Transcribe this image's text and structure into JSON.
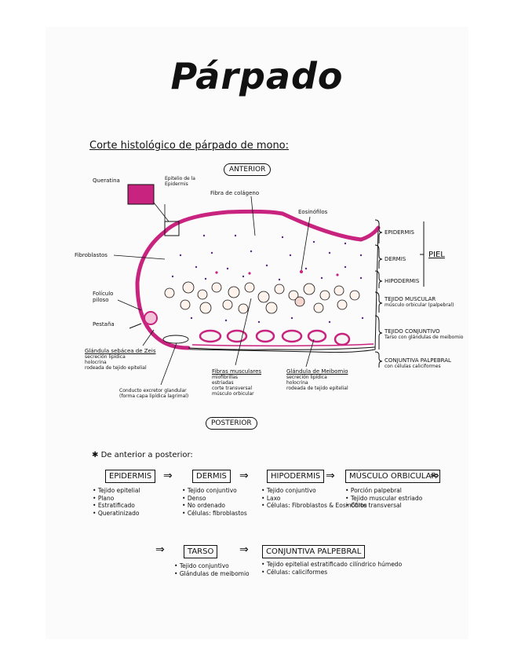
{
  "title": "Párpado",
  "subtitle": "Corte histológico de párpado de mono:",
  "colors": {
    "magenta": "#c8237f",
    "purple": "#5a2a8c",
    "ink": "#111111"
  },
  "orientation": {
    "anterior": "ANTERIOR",
    "posterior": "POSTERIOR"
  },
  "labels": {
    "queratina": "Queratina",
    "epitelio": [
      "Epitelio de la",
      "Epidermis"
    ],
    "fibra_colageno": "Fibra de colágeno",
    "eosinofilos": "Eosinófilos",
    "fibroblastos": "Fibroblastos",
    "foliculo": [
      "Folículo",
      "piloso"
    ],
    "pestana": "Pestaña",
    "glandula_zeis": {
      "title": "Glándula sebácea de Zeis",
      "items": [
        "secreción lipídica",
        "holocrina",
        "rodeada de tejido epitelial"
      ]
    },
    "conducto": [
      "Conducto excretor glandular",
      "(forma capa lipídica lagrimal)"
    ],
    "fibras_musculares": {
      "title": "Fibras musculares",
      "items": [
        "miofibrillas",
        "estriadas",
        "corte transversal",
        "músculo orbicular"
      ]
    },
    "glandula_meibomio": {
      "title": "Glándula de Meibomio",
      "items": [
        "secreción lipídica",
        "holocrina",
        "rodeada de tejido epitelial"
      ]
    }
  },
  "layers": {
    "epidermis": "EPIDERMIS",
    "dermis": "DERMIS",
    "hipodermis": "HIPODERMIS",
    "piel": "PIEL",
    "tejido_muscular": "TEJIDO MUSCULAR",
    "tejido_muscular_sub": "músculo orbicular (palpebral)",
    "tejido_conjuntivo": "TEJIDO CONJUNTIVO",
    "tejido_conjuntivo_sub": "Tarso con glándulas de meibomio",
    "conjuntiva": "CONJUNTIVA PALPEBRAL",
    "conjuntiva_sub": "con células caliciformes"
  },
  "sequence": {
    "heading": "De anterior a posterior:",
    "arrow": "⇒",
    "steps": [
      {
        "name": "EPIDERMIS",
        "items": [
          "Tejido epitelial",
          "Plano",
          "Estratificado",
          "Queratinizado"
        ]
      },
      {
        "name": "DERMIS",
        "items": [
          "Tejido conjuntivo",
          "Denso",
          "No ordenado",
          "Células: fibroblastos"
        ]
      },
      {
        "name": "HIPODERMIS",
        "items": [
          "Tejido conjuntivo",
          "Laxo",
          "Células: Fibroblastos & Eosinófilos"
        ]
      },
      {
        "name": "MÚSCULO ORBICULAR",
        "items": [
          "Porción palpebral",
          "Tejido muscular estriado",
          "Corte transversal"
        ]
      },
      {
        "name": "TARSO",
        "items": [
          "Tejido conjuntivo",
          "Glándulas de meibomio"
        ]
      },
      {
        "name": "CONJUNTIVA PALPEBRAL",
        "items": [
          "Tejido epitelial estratificado cilíndrico húmedo",
          "Células: caliciformes"
        ]
      }
    ]
  }
}
